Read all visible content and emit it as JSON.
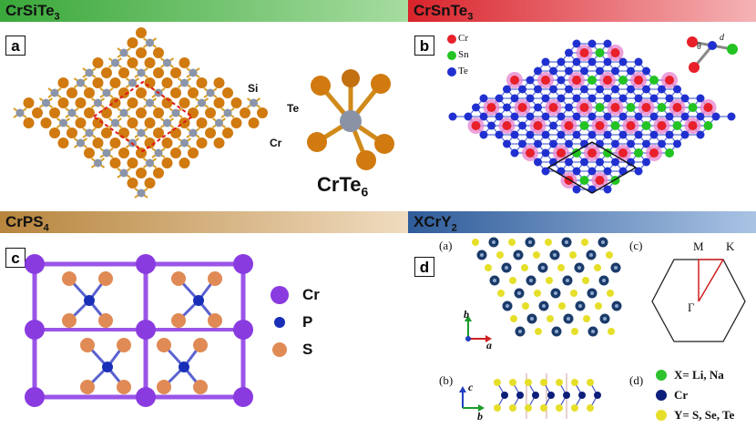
{
  "panels": {
    "top_left": {
      "title": "CrSiTe",
      "title_sub": "3",
      "label": "a",
      "atoms": {
        "si": "Si",
        "te": "Te",
        "cr": "Cr"
      },
      "octahedron": {
        "formula": "CrTe",
        "formula_sub": "6"
      }
    },
    "top_right": {
      "title": "CrSnTe",
      "title_sub": "3",
      "label": "b",
      "legend": [
        {
          "text": "Cr",
          "color": "#e8202a"
        },
        {
          "text": "Sn",
          "color": "#22c322"
        },
        {
          "text": "Te",
          "color": "#2030d0"
        }
      ],
      "angle_label": "θ",
      "distance_label": "d"
    },
    "bottom_left": {
      "title": "CrPS",
      "title_sub": "4",
      "label": "c",
      "legend": [
        {
          "text": "Cr",
          "color": "#8a3be0"
        },
        {
          "text": "P",
          "color": "#1a2fb8"
        },
        {
          "text": "S",
          "color": "#e08a55"
        }
      ]
    },
    "bottom_right": {
      "title": "XCrY",
      "title_sub": "2",
      "label": "d",
      "sub_a": "(a)",
      "sub_b": "(b)",
      "sub_c": "(c)",
      "sub_d": "(d)",
      "axes_a": {
        "b": "b",
        "a": "a"
      },
      "axes_b": {
        "c": "c",
        "b": "b"
      },
      "bz": {
        "m": "M",
        "k": "K",
        "gamma": "Γ"
      },
      "legend": [
        {
          "text": "X= Li, Na",
          "color": "#2ec32e"
        },
        {
          "text": "Cr",
          "color": "#0d1e7a"
        },
        {
          "text": "Y= S, Se, Te",
          "color": "#e6df2a"
        }
      ]
    }
  }
}
